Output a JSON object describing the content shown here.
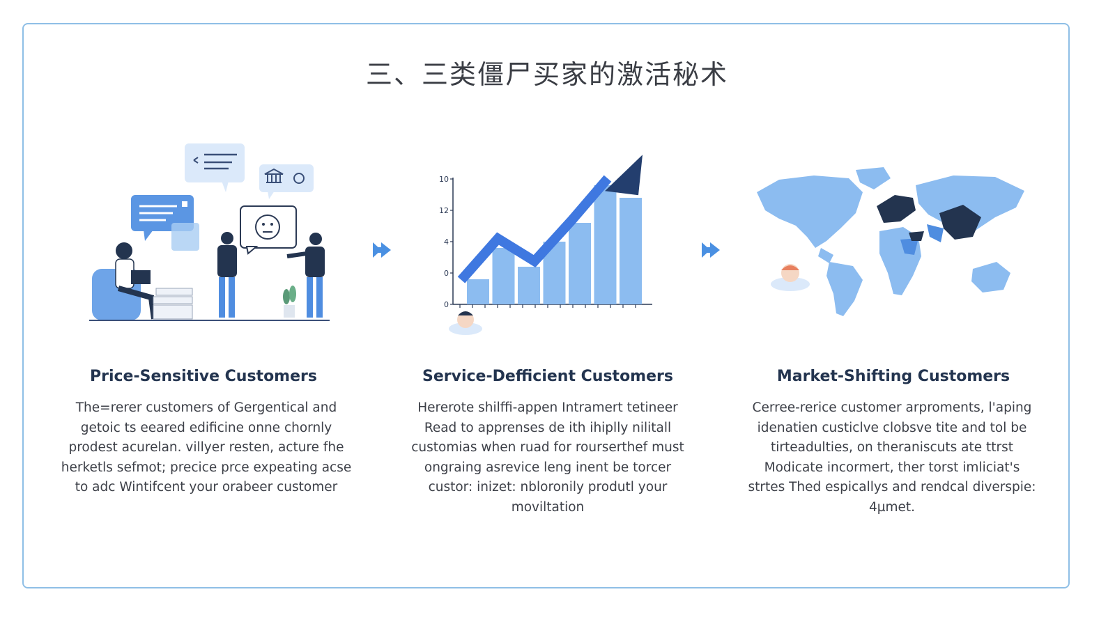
{
  "title": "三、三类僵尸买家的激活秘术",
  "columns": [
    {
      "title": "Price-Sensitive Customers",
      "body": "The=rerer customers of Gergentical and getoic ts eeared edificine onne chornly prodest acurelan. villyer resten, acture fhe herketls sefmot; precice prce expeating acse to adc Wintifcent your orabeer customer",
      "illustration": "people-discussion-illustration"
    },
    {
      "title": "Service-Defficient Customers",
      "body": "Hererote shilffi-appen Intramert tetineer Read to apprenses de ith ihiplly nilitall customias when ruad for rourserthef must ongraing asrevice leng inent be torcer custor: inizet: nbloronily produtl your moviltation",
      "illustration": "growth-chart-illustration"
    },
    {
      "title": "Market-Shifting Customers",
      "body": "Cerree-rerice customer arproments, l'aping idenatien custiclve clobsve tite and tol be tirteadulties, on theraniscuts ate ttrst Modicate incormert, ther torst imliciat's strtes Thed espicallys and rendcal diverspie: 4µmet.",
      "illustration": "world-map-illustration"
    }
  ],
  "chart_data": {
    "type": "bar",
    "y_tick_labels": [
      "10",
      "12",
      "4",
      "0",
      "0"
    ],
    "values": [
      2,
      4.5,
      3,
      5,
      6.5,
      9.5,
      8.5
    ],
    "trend_line": [
      1.5,
      4.8,
      3.0,
      6.2,
      9.6
    ],
    "colors": {
      "bar": "#8cbcf0",
      "line": "#3f78e0",
      "arrowhead": "#233e6e"
    }
  },
  "colors": {
    "frame": "#8fbfe6",
    "accent": "#4a90e2",
    "dark_blue": "#23344f",
    "light_blue": "#a9cdf3"
  }
}
